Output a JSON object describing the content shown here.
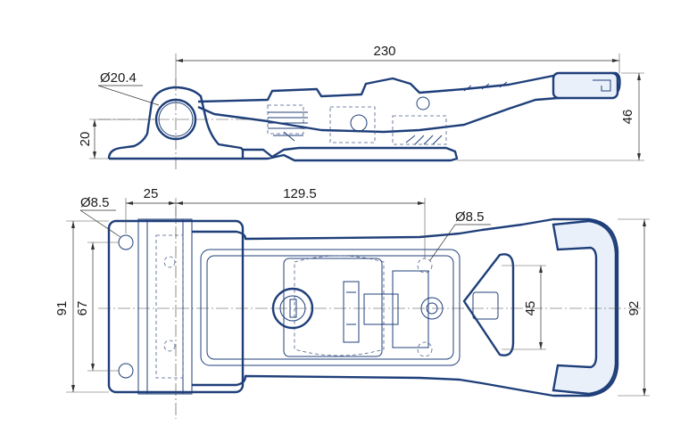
{
  "dimensions": {
    "top_view": {
      "overall_length": "230",
      "eye_diameter": "Ø20.4",
      "base_height": "20",
      "overall_height": "46"
    },
    "plan_view": {
      "hole_left": "Ø8.5",
      "offset_25": "25",
      "length_129": "129.5",
      "hole_right": "Ø8.5",
      "height_91": "91",
      "height_67": "67",
      "height_45": "45",
      "height_92": "92"
    }
  },
  "colors": {
    "outline": "#1f3f7a",
    "dimension": "#333333",
    "handle_fill": "#eaf0fa"
  }
}
